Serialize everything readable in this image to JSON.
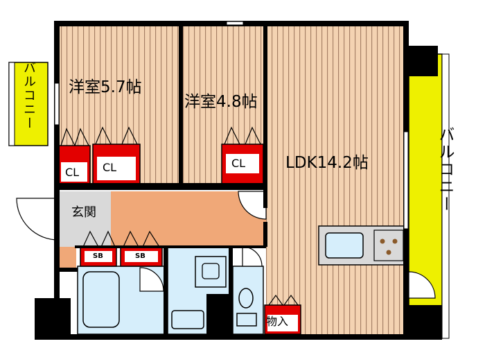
{
  "rooms": {
    "western_room_1": "洋室5.7帖",
    "western_room_2": "洋室4.8帖",
    "ldk": "LDK14.2帖",
    "entrance": "玄関",
    "storage": "物入"
  },
  "closets": {
    "cl_left": "CL",
    "cl_middle": "CL",
    "cl_right": "CL",
    "sb_left": "SB",
    "sb_right": "SB"
  },
  "balconies": {
    "left": "バルコニー",
    "right": "バルコニー"
  },
  "colors": {
    "floor_wood": "#f4d3b2",
    "floor_stripe": "#a07a60",
    "entrance_orange": "#f0a878",
    "wet_area_blue": "#d6eefb",
    "closet_red": "#e30000",
    "balcony_yellow": "#eef000",
    "wall": "#000000",
    "kitchen_gray": "#d9d9d9"
  }
}
